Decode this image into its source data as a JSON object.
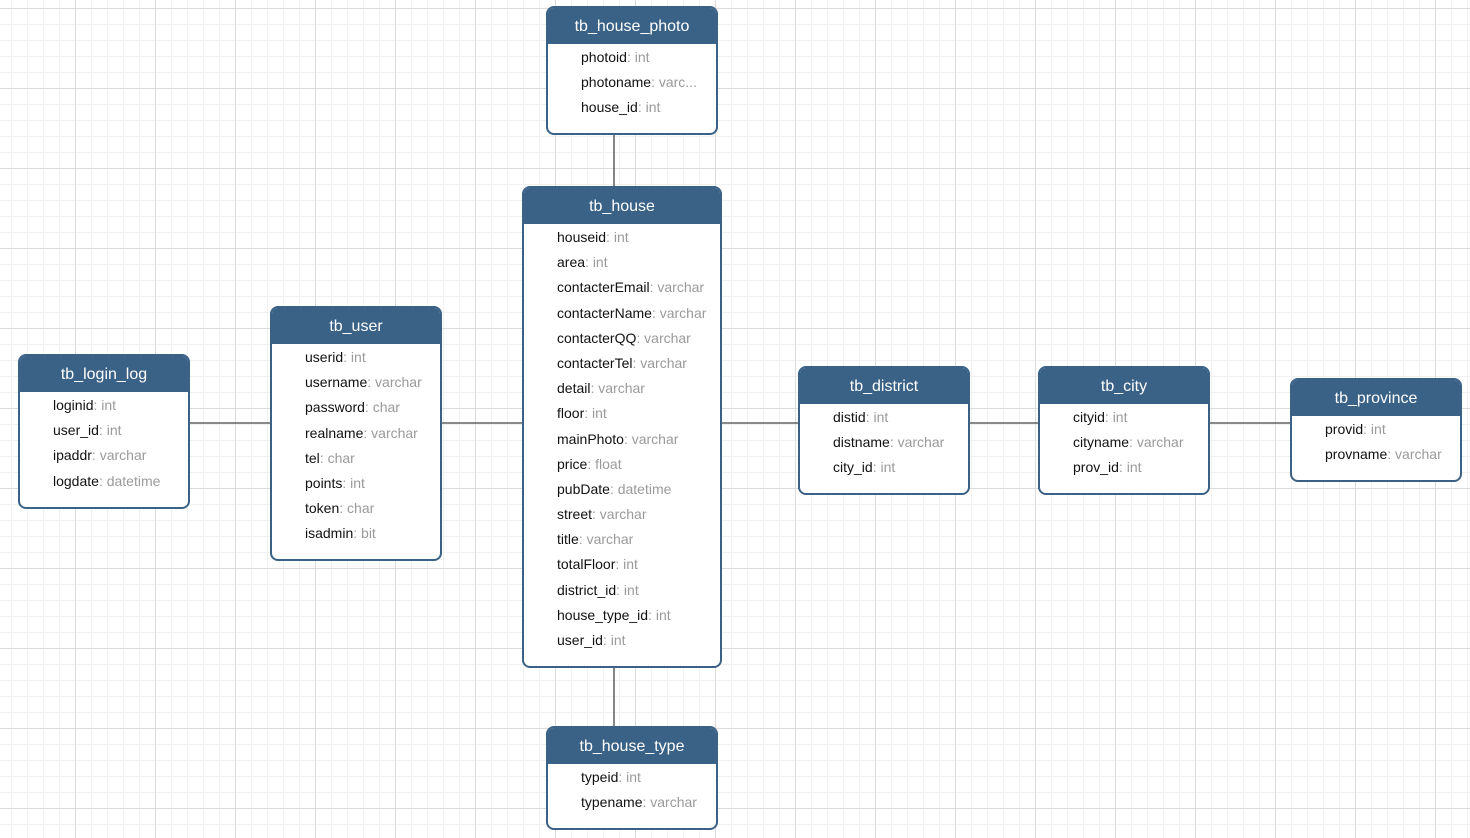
{
  "entities": {
    "tb_house_photo": {
      "name": "tb_house_photo",
      "fields": [
        {
          "name": "photoid",
          "sep": ": ",
          "type": "int"
        },
        {
          "name": "photoname",
          "sep": ": ",
          "type": "varc..."
        },
        {
          "name": "house_id",
          "sep": ": ",
          "type": "int"
        }
      ]
    },
    "tb_house": {
      "name": "tb_house",
      "fields": [
        {
          "name": "houseid",
          "sep": ": ",
          "type": "int"
        },
        {
          "name": "area",
          "sep": ": ",
          "type": "int"
        },
        {
          "name": "contacterEmail",
          "sep": ": ",
          "type": "varchar"
        },
        {
          "name": "contacterName",
          "sep": ": ",
          "type": "varchar"
        },
        {
          "name": "contacterQQ",
          "sep": ": ",
          "type": "varchar"
        },
        {
          "name": "contacterTel",
          "sep": ": ",
          "type": "varchar"
        },
        {
          "name": "detail",
          "sep": ": ",
          "type": "varchar"
        },
        {
          "name": "floor",
          "sep": ": ",
          "type": "int"
        },
        {
          "name": "mainPhoto",
          "sep": ": ",
          "type": "varchar"
        },
        {
          "name": "price",
          "sep": ": ",
          "type": "float"
        },
        {
          "name": "pubDate",
          "sep": ": ",
          "type": "datetime"
        },
        {
          "name": "street",
          "sep": ": ",
          "type": "varchar"
        },
        {
          "name": "title",
          "sep": ": ",
          "type": "varchar"
        },
        {
          "name": "totalFloor",
          "sep": ": ",
          "type": "int"
        },
        {
          "name": "district_id",
          "sep": ": ",
          "type": "int"
        },
        {
          "name": "house_type_id",
          "sep": ": ",
          "type": "int"
        },
        {
          "name": "user_id",
          "sep": ": ",
          "type": "int"
        }
      ]
    },
    "tb_login_log": {
      "name": "tb_login_log",
      "fields": [
        {
          "name": "loginid",
          "sep": ": ",
          "type": "int"
        },
        {
          "name": "user_id",
          "sep": ": ",
          "type": "int"
        },
        {
          "name": "ipaddr",
          "sep": ": ",
          "type": "varchar"
        },
        {
          "name": "logdate",
          "sep": ": ",
          "type": "datetime"
        }
      ]
    },
    "tb_user": {
      "name": "tb_user",
      "fields": [
        {
          "name": "userid",
          "sep": ": ",
          "type": "int"
        },
        {
          "name": "username",
          "sep": ": ",
          "type": "varchar"
        },
        {
          "name": "password",
          "sep": ": ",
          "type": "char"
        },
        {
          "name": "realname",
          "sep": ": ",
          "type": "varchar"
        },
        {
          "name": "tel",
          "sep": ": ",
          "type": "char"
        },
        {
          "name": "points",
          "sep": ": ",
          "type": "int"
        },
        {
          "name": "token",
          "sep": ": ",
          "type": "char"
        },
        {
          "name": "isadmin",
          "sep": ": ",
          "type": "bit"
        }
      ]
    },
    "tb_district": {
      "name": "tb_district",
      "fields": [
        {
          "name": "distid",
          "sep": ": ",
          "type": "int"
        },
        {
          "name": "distname",
          "sep": ": ",
          "type": "varchar"
        },
        {
          "name": "city_id",
          "sep": ": ",
          "type": "int"
        }
      ]
    },
    "tb_city": {
      "name": "tb_city",
      "fields": [
        {
          "name": "cityid",
          "sep": ": ",
          "type": "int"
        },
        {
          "name": "cityname",
          "sep": ": ",
          "type": "varchar"
        },
        {
          "name": "prov_id",
          "sep": ": ",
          "type": "int"
        }
      ]
    },
    "tb_province": {
      "name": "tb_province",
      "fields": [
        {
          "name": "provid",
          "sep": ": ",
          "type": "int"
        },
        {
          "name": "provname",
          "sep": ": ",
          "type": "varchar"
        }
      ]
    },
    "tb_house_type": {
      "name": "tb_house_type",
      "fields": [
        {
          "name": "typeid",
          "sep": ": ",
          "type": "int"
        },
        {
          "name": "typename",
          "sep": ": ",
          "type": "varchar"
        }
      ]
    }
  },
  "colors": {
    "header": "#3a6186",
    "field_name": "#111111",
    "field_type": "#9a9a9a",
    "connector": "#444444"
  }
}
